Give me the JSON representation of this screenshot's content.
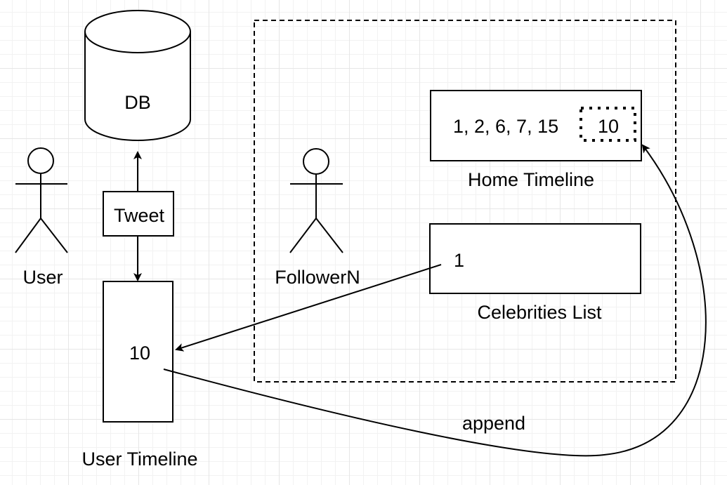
{
  "nodes": {
    "db": "DB",
    "tweet": "Tweet",
    "user": "User",
    "user_timeline_value": "10",
    "user_timeline_label": "User Timeline",
    "follower": "FollowerN",
    "home_timeline_values": "1, 2, 6, 7, 15",
    "home_timeline_new": "10",
    "home_timeline_label": "Home Timeline",
    "celebrities_value": "1",
    "celebrities_label": "Celebrities List"
  },
  "edges": {
    "append": "append"
  }
}
